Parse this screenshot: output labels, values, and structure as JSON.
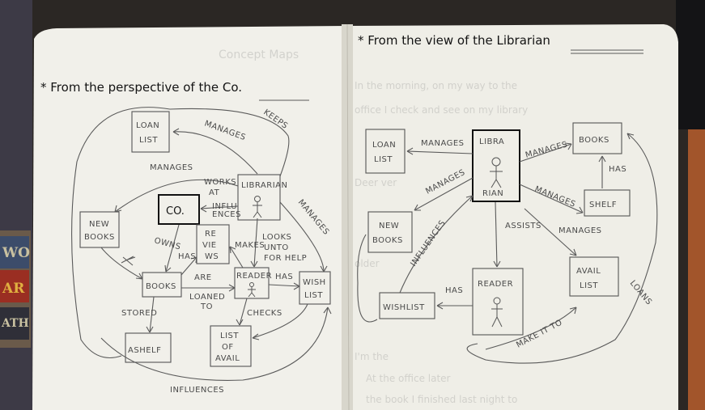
{
  "left_page": {
    "heading": "* From the perspective of the Co.",
    "faint_heading": "Concept Maps",
    "nodes": {
      "loan_list": [
        "LOAN",
        "LIST"
      ],
      "co": "CO.",
      "librarian": "LIBRARIAN",
      "new_books": [
        "NEW",
        "BOOKS"
      ],
      "reviews": [
        "RE",
        "VIE",
        "WS"
      ],
      "books": "BOOKS",
      "reader": "READER",
      "wish_list": [
        "WISH",
        "LIST"
      ],
      "ashelf": "ASHELF",
      "list_of_avail": [
        "LIST",
        "OF",
        "AVAIL"
      ]
    },
    "edges": {
      "manages_top": "MANAGES",
      "keeps": "KEEPS",
      "manages_left": "MANAGES",
      "works_at": [
        "WORKS",
        "AT"
      ],
      "influences_small": [
        "INFLU",
        "ENCES"
      ],
      "manages_right": "MANAGES",
      "owns": "OWNS",
      "has_reviews": "HAS",
      "makes": "MAKES",
      "looks_unto": [
        "LOOKS",
        "UNTO",
        "FOR HELP"
      ],
      "are_loaned_to": [
        "ARE",
        "LOANED",
        "TO"
      ],
      "has_wish": "HAS",
      "stored": "STORED",
      "checks": "CHECKS",
      "influences_bottom": "INFLUENCES"
    }
  },
  "right_page": {
    "heading": "* From the view of the Librarian",
    "nodes": {
      "loan_list": [
        "LOAN",
        "LIST"
      ],
      "librarian": [
        "LIBRA",
        "RIAN"
      ],
      "books": "BOOKS",
      "shelf": "SHELF",
      "new_books": [
        "NEW",
        "BOOKS"
      ],
      "avail_list": [
        "AVAIL",
        "LIST"
      ],
      "wishlist": "WISHLIST",
      "reader": "READER"
    },
    "edges": {
      "manages_loan": "MANAGES",
      "manages_books": "MANAGES",
      "has_shelf": "HAS",
      "manages_new": "MANAGES",
      "manages_shelf": "MANAGES",
      "assists": "ASSISTS",
      "manages_avail": "MANAGES",
      "influences": "INFLUENCES",
      "has_wish": "HAS",
      "loans": "LOANS",
      "make_it_to": "MAKE IT TO"
    },
    "faint_lines": [
      "In the morning, on my way to the",
      "office I check and see on my library",
      "Deer ver",
      "older",
      "I'm the",
      "At the office later",
      "the book I finished last night to"
    ]
  },
  "background": {
    "book_cover_text": [
      "WO",
      "AR",
      "ATH"
    ]
  }
}
